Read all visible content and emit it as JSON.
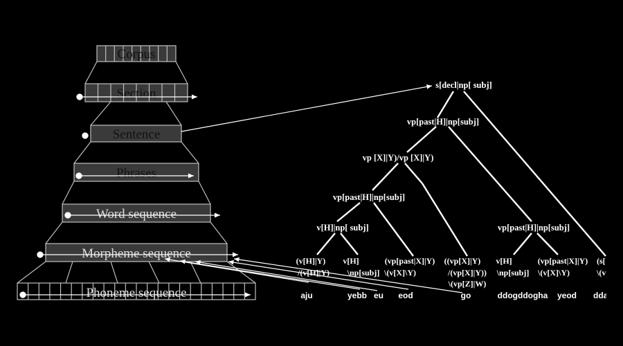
{
  "colors": {
    "background": "#000000",
    "foreground": "#ffffff",
    "box_fill": "#3a3a3a",
    "box_stroke": "#bfbfbf",
    "level_text": "#111111"
  },
  "levels": {
    "corpus": "Corpus",
    "section": "Section",
    "sentence": "Sentence",
    "phrases": "Phrases",
    "word_sequence": "Word sequence",
    "morpheme_sequence": "Morpheme sequence",
    "phoneme_sequence": "Phoneme sequence"
  },
  "tree": {
    "root": "s[decl|np[ subj]",
    "vp_top": "vp[past|H]|np[subj]",
    "vp_mid": "vp  [X]|Y)/vp  [X]|Y)",
    "vp_left": "vp[past|H]|np[subj]",
    "vh_np": "v[H]|np[ subj]",
    "vp_right": "vp[past|H]|np[subj]"
  },
  "leaves": {
    "c1a": "(v[H]|Y)",
    "c1b": "/(v[H]|Y)",
    "c2a": "v[H]",
    "c2b": "\\np[subj]",
    "c3a": "(vp[past|X]|Y)",
    "c3b": "\\(v[X]\\Y)",
    "c4a": "((vp[X]|Y)",
    "c4b": "/(vp[X]|Y))",
    "c4c": "\\(vp[Z]|W)",
    "c5a": "v[H]",
    "c5b": "\\np[subj]",
    "c6a": "(vp[past|X]|Y)",
    "c6b": "\\(v[X]\\Y)",
    "c7a": "(s[",
    "c7b": "\\(v"
  },
  "words": {
    "w1": "aju",
    "w2": "yebb",
    "w3": "eu",
    "w4": "eod",
    "w5": "go",
    "w6": "ddogddogha",
    "w7": "yeod",
    "w8": "dda"
  }
}
